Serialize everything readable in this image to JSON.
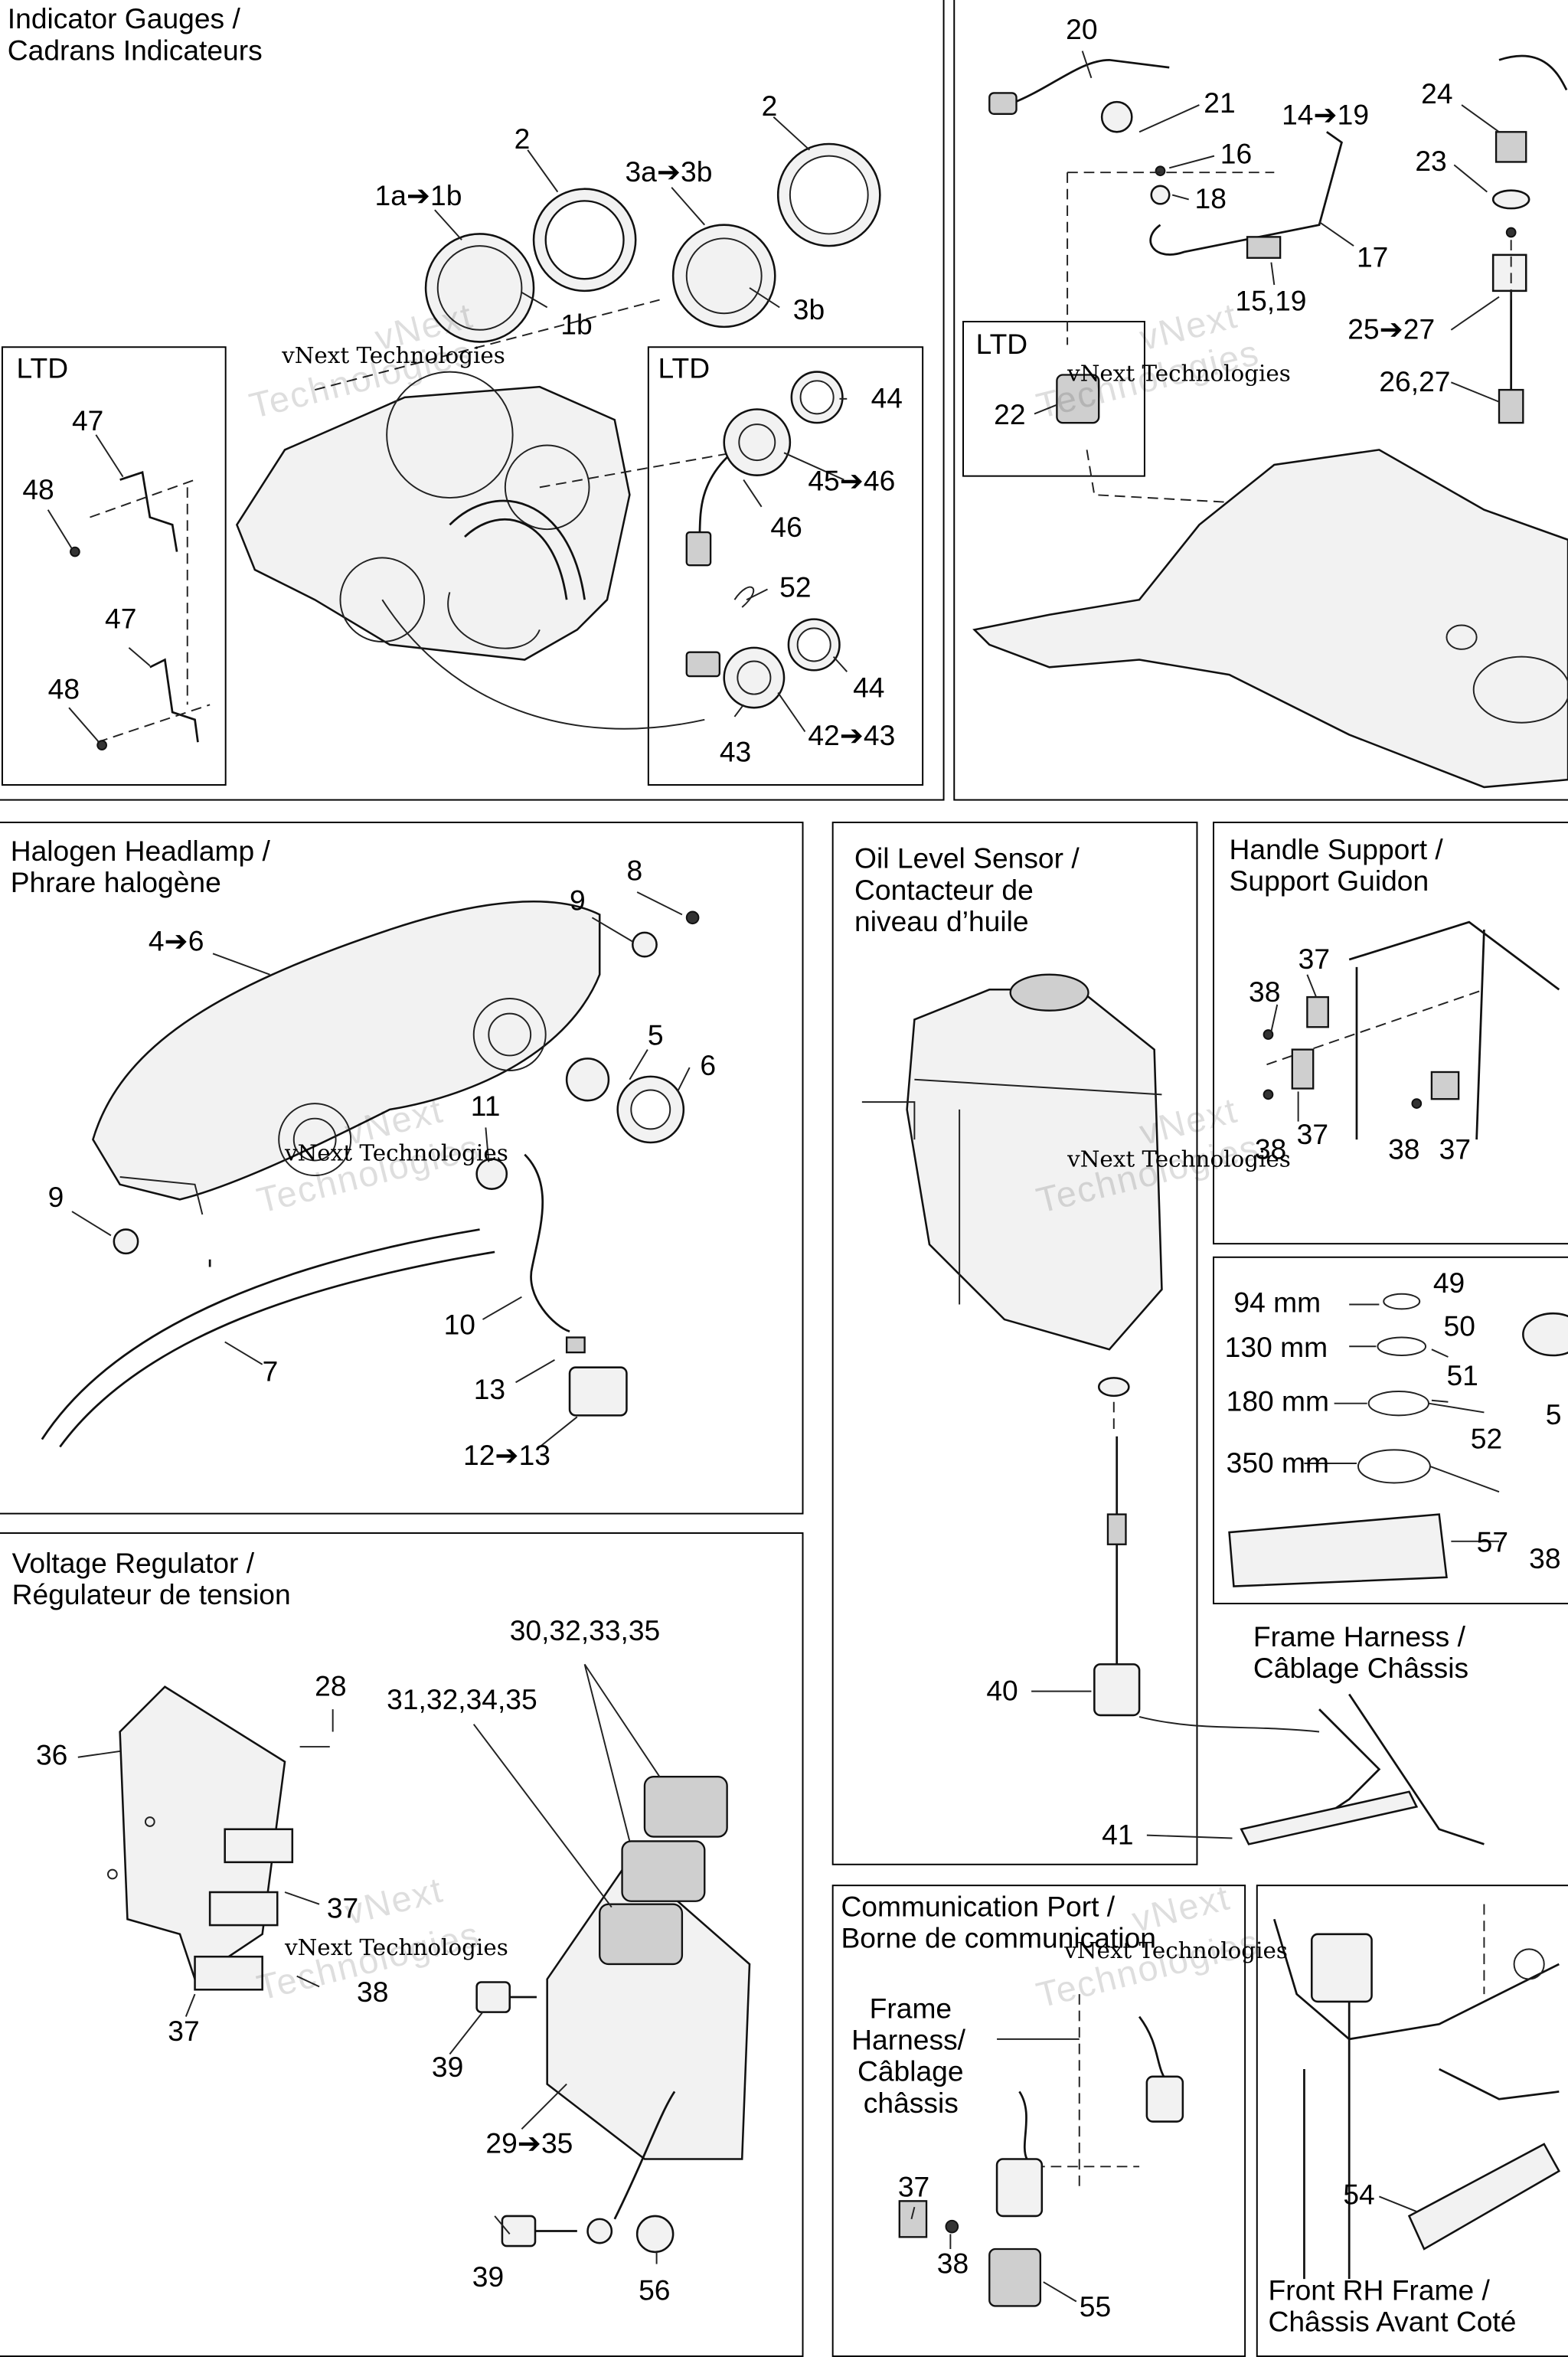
{
  "panels": {
    "indicator": {
      "title1": "Indicator Gauges /",
      "title2": "Cadrans Indicateurs",
      "ltd_left": "LTD",
      "ltd_right": "LTD"
    },
    "top_right": {
      "ltd": "LTD"
    },
    "headlamp": {
      "title1": "Halogen Headlamp /",
      "title2": "Phrare halogène"
    },
    "oil": {
      "title1": "Oil Level Sensor /",
      "title2": "Contacteur de",
      "title3": "niveau d’huile"
    },
    "handle": {
      "title1": "Handle Support /",
      "title2": "Support Guidon"
    },
    "regulator": {
      "title1": "Voltage Regulator /",
      "title2": "Régulateur de tension"
    },
    "frame_harness": {
      "title1": "Frame Harness /",
      "title2": "Câblage Châssis"
    },
    "comm": {
      "title1": "Communication Port /",
      "title2": "Borne de communication",
      "harness1": "Frame",
      "harness2": "Harness/",
      "harness3": "Câblage",
      "harness4": "châssis"
    },
    "front": {
      "title1": "Front RH Frame  /",
      "title2": "Châssis Avant Coté"
    }
  },
  "callouts": {
    "indicator": [
      "2",
      "2",
      "1a➔1b",
      "3a➔3b",
      "1b",
      "3b",
      "47",
      "48",
      "47",
      "48",
      "44",
      "45➔46",
      "46",
      "52",
      "44",
      "42➔43",
      "43"
    ],
    "top_right": [
      "20",
      "21",
      "16",
      "18",
      "14➔19",
      "17",
      "15,19",
      "22",
      "24",
      "23",
      "25➔27",
      "26,27"
    ],
    "headlamp": [
      "8",
      "9",
      "4➔6",
      "5",
      "6",
      "11",
      "9",
      "10",
      "7",
      "13",
      "12➔13"
    ],
    "handle": [
      "37",
      "38",
      "37",
      "38",
      "38",
      "37"
    ],
    "ties": [
      "94 mm",
      "49",
      "130 mm",
      "50",
      "180 mm",
      "51",
      "350 mm",
      "52",
      "57",
      "5",
      "38"
    ],
    "oil": [
      "40",
      "41"
    ],
    "regulator": [
      "30,32,33,35",
      "31,32,34,35",
      "28",
      "36",
      "37",
      "38",
      "37",
      "39",
      "29➔35",
      "39",
      "56"
    ],
    "comm": [
      "37",
      "38",
      "55"
    ],
    "front": [
      "54"
    ]
  },
  "watermark": {
    "line1": "vNext Technologies",
    "line2": "vNext",
    "line3": "Technologies"
  }
}
